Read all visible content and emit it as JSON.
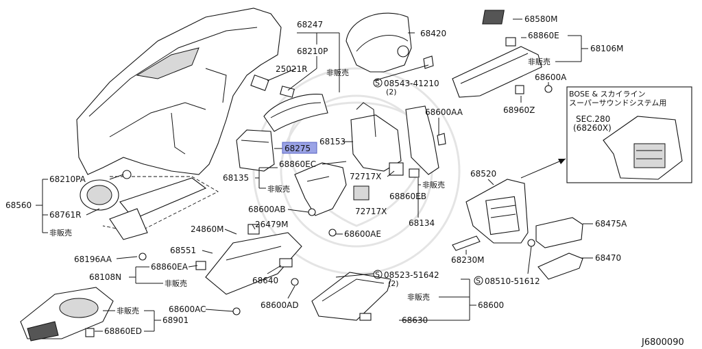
{
  "labels": {
    "p68247": "68247",
    "p68210P": "68210P",
    "p25021R": "25021R",
    "hanbai1": "非販売",
    "p68420": "68420",
    "p08543": "08543-41210",
    "p08543q": "(2)",
    "p68580M": "68580M",
    "p68860E": "68860E",
    "hanbai2": "非販売",
    "p68106M": "68106M",
    "p68600A": "68600A",
    "p68960Z": "68960Z",
    "bose1": "BOSE & スカイライン",
    "bose2": "スーパーサウンドシステム用",
    "sec280": "SEC.280",
    "p68260X": "(68260X)",
    "p68600AA": "68600AA",
    "p68153": "68153",
    "p68275": "68275",
    "p68860EC": "68860EC",
    "p68135": "68135",
    "hanbai3": "非販売",
    "p72717X_a": "72717X",
    "p72717X_b": "72717X",
    "hanbai4": "非販売",
    "p68860EB": "68860EB",
    "p68134": "68134",
    "p68520": "68520",
    "p68210PA": "68210PA",
    "p68560": "68560",
    "p68761R": "68761R",
    "hanbai5": "非販売",
    "p68600AB": "68600AB",
    "p24860M": "24860M",
    "p26479M": "26479M",
    "p68600AE": "68600AE",
    "p68475A": "68475A",
    "p68551": "68551",
    "p68196AA": "68196AA",
    "p68860EA": "68860EA",
    "p68108N": "68108N",
    "hanbai6": "非販売",
    "p68640": "68640",
    "p68600AD": "68600AD",
    "p68230M": "68230M",
    "p68470": "68470",
    "p08523": "08523-51642",
    "p08523q": "(2)",
    "p08510": "08510-51612",
    "hanbai7": "非販売",
    "p68600": "68600",
    "p68630": "68630",
    "p68600AC": "68600AC",
    "hanbai8": "非販売",
    "p68901": "68901",
    "p68860ED": "68860ED",
    "code": "J6800090",
    "s_mark": "S"
  },
  "colors": {
    "highlight": "#9aa3e6",
    "ink": "#111111"
  }
}
